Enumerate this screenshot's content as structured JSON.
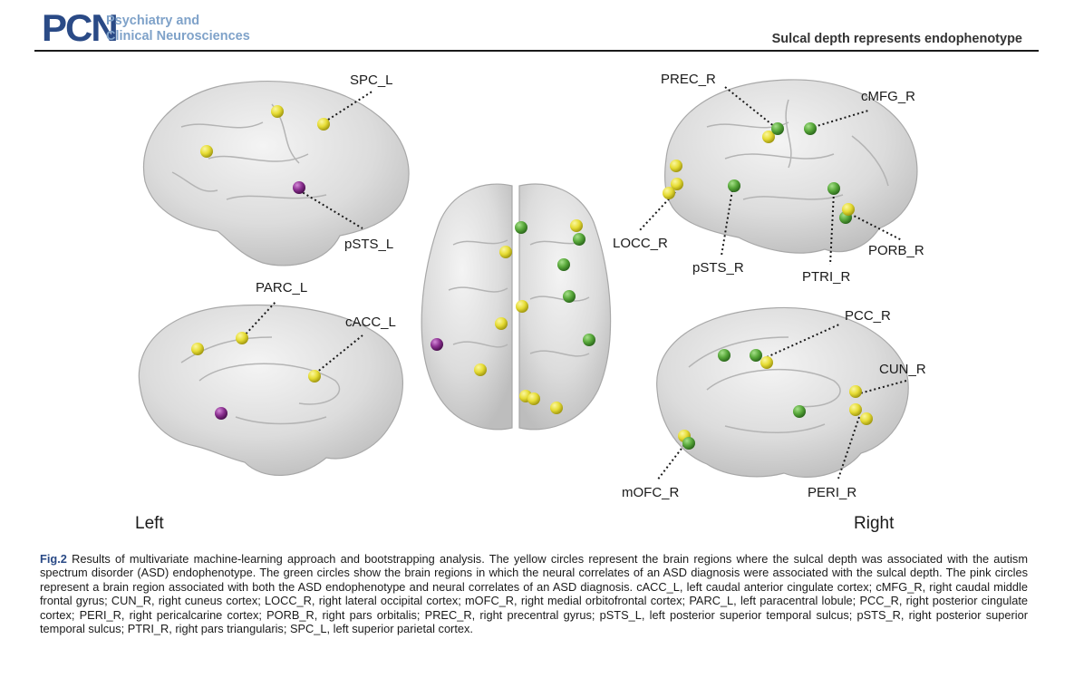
{
  "header": {
    "logo_main": "PCN",
    "logo_line1": "Psychiatry and",
    "logo_line2": "Clinical Neurosciences",
    "running_title": "Sulcal depth represents endophenotype"
  },
  "figure": {
    "side_left": "Left",
    "side_right": "Right",
    "colors": {
      "yellow": "#e8e03a",
      "green": "#5aa83c",
      "pink": "#8a2f8f",
      "brain": "#d9d9d9"
    },
    "labels": {
      "spc_l": "SPC_L",
      "psts_l": "pSTS_L",
      "parc_l": "PARC_L",
      "cacc_l": "cACC_L",
      "prec_r": "PREC_R",
      "cmfg_r": "cMFG_R",
      "locc_r": "LOCC_R",
      "psts_r": "pSTS_R",
      "ptri_r": "PTRI_R",
      "porb_r": "PORB_R",
      "pcc_r": "PCC_R",
      "cun_r": "CUN_R",
      "peri_r": "PERI_R",
      "mofc_r": "mOFC_R"
    }
  },
  "caption": {
    "label": "Fig.2",
    "text": " Results of multivariate machine-learning approach and bootstrapping analysis. The yellow circles represent the brain regions where the sulcal depth was associated with the autism spectrum disorder (ASD) endophenotype. The green circles show the brain regions in which the neural correlates of an ASD diagnosis were associated with the sulcal depth. The pink circles represent a brain region associated with both the ASD endophenotype and neural correlates of an ASD diagnosis. cACC_L, left caudal anterior cingulate cortex; cMFG_R, right caudal middle frontal gyrus; CUN_R, right cuneus cortex; LOCC_R, right lateral occipital cortex; mOFC_R, right medial orbitofrontal cortex; PARC_L, left paracentral lobule; PCC_R, right posterior cingulate cortex; PERI_R, right pericalcarine cortex; PORB_R, right pars orbitalis; PREC_R, right precentral gyrus; pSTS_L, left posterior superior temporal sulcus; pSTS_R, right posterior superior temporal sulcus; PTRI_R, right pars triangularis; SPC_L, left superior parietal cortex."
  }
}
